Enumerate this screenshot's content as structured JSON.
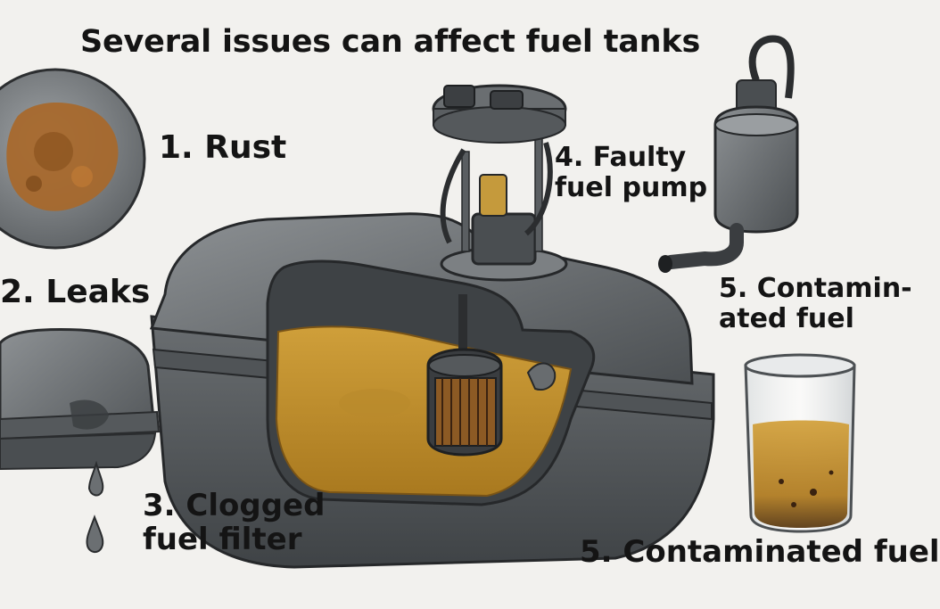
{
  "title": "Several issues can affect fuel tanks",
  "labels": {
    "rust": "1. Rust",
    "leaks": "2. Leaks",
    "clogged_line1": "3. Clogged",
    "clogged_line2": "fuel filter",
    "pump_line1": "4. Faulty",
    "pump_line2": "fuel pump",
    "contam_a_line1": "5. Contamin-",
    "contam_a_line2": "ated fuel",
    "contam_b": "5. Contaminated fuel"
  },
  "colors": {
    "background": "#f2f1ee",
    "tank_metal": "#6f7376",
    "rust": "#a8682a",
    "fuel": "#c8962e",
    "text": "#141414"
  }
}
